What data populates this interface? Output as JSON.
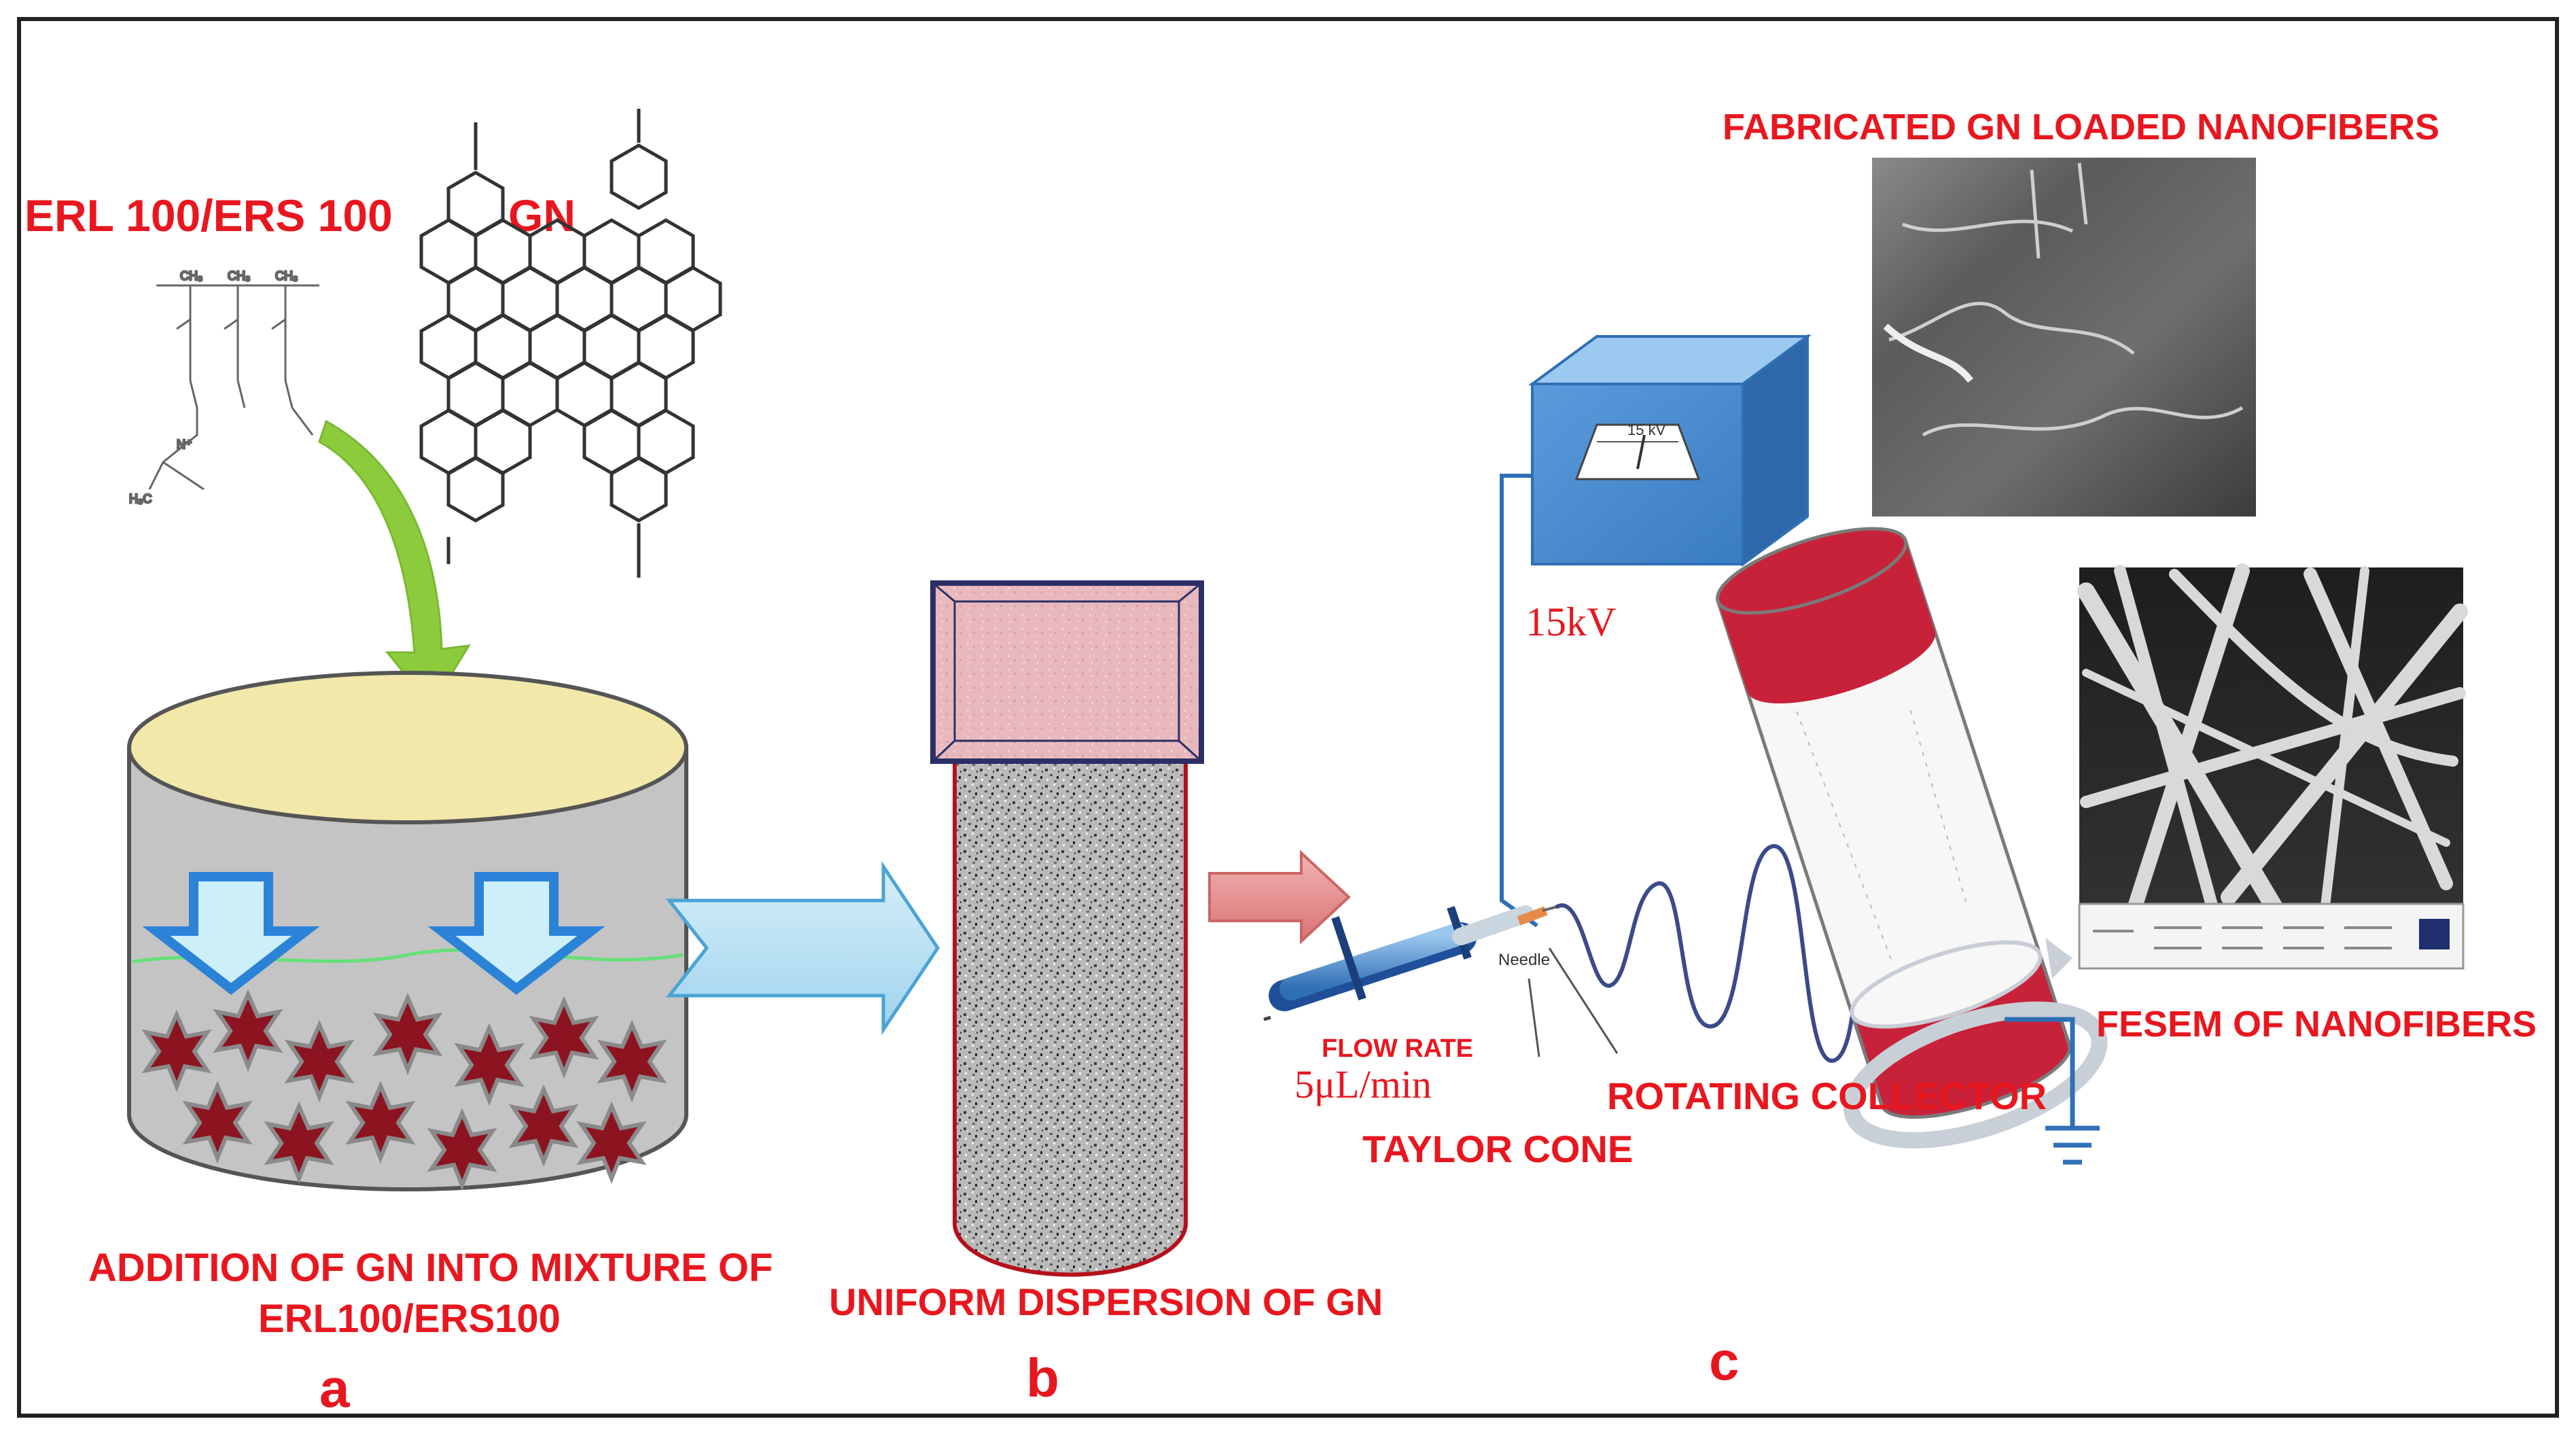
{
  "colors": {
    "label_red": "#e8171f",
    "accent_blue": "#2b83d8",
    "arrow_green": "#8ccc3c",
    "star_red": "#8c1421",
    "collector_red": "#c8223a"
  },
  "labels": {
    "polymer": "ERL 100/ERS 100",
    "gn": "GN",
    "addition_line1": "ADDITION OF GN INTO MIXTURE OF",
    "addition_line2": "ERL100/ERS100",
    "letter_a": "a",
    "uniform": "UNIFORM DISPERSION OF GN",
    "letter_b": "b",
    "voltage": "15kV",
    "meter": "15 kV",
    "fabricated": "FABRICATED GN LOADED NANOFIBERS",
    "flow_rate_title": "FLOW RATE",
    "flow_rate_value": "5μL/min",
    "needle": "Needle",
    "taylor_cone": "TAYLOR CONE",
    "rotating_collector": "ROTATING COLLECTOR",
    "fesem": "FESEM OF NANOFIBERS",
    "letter_c": "c"
  },
  "icons": {
    "beaker": "beaker-icon",
    "vial": "vial-icon",
    "power_supply": "power-supply-icon",
    "syringe": "syringe-icon",
    "collector": "rotating-collector-icon",
    "ground": "ground-icon"
  }
}
